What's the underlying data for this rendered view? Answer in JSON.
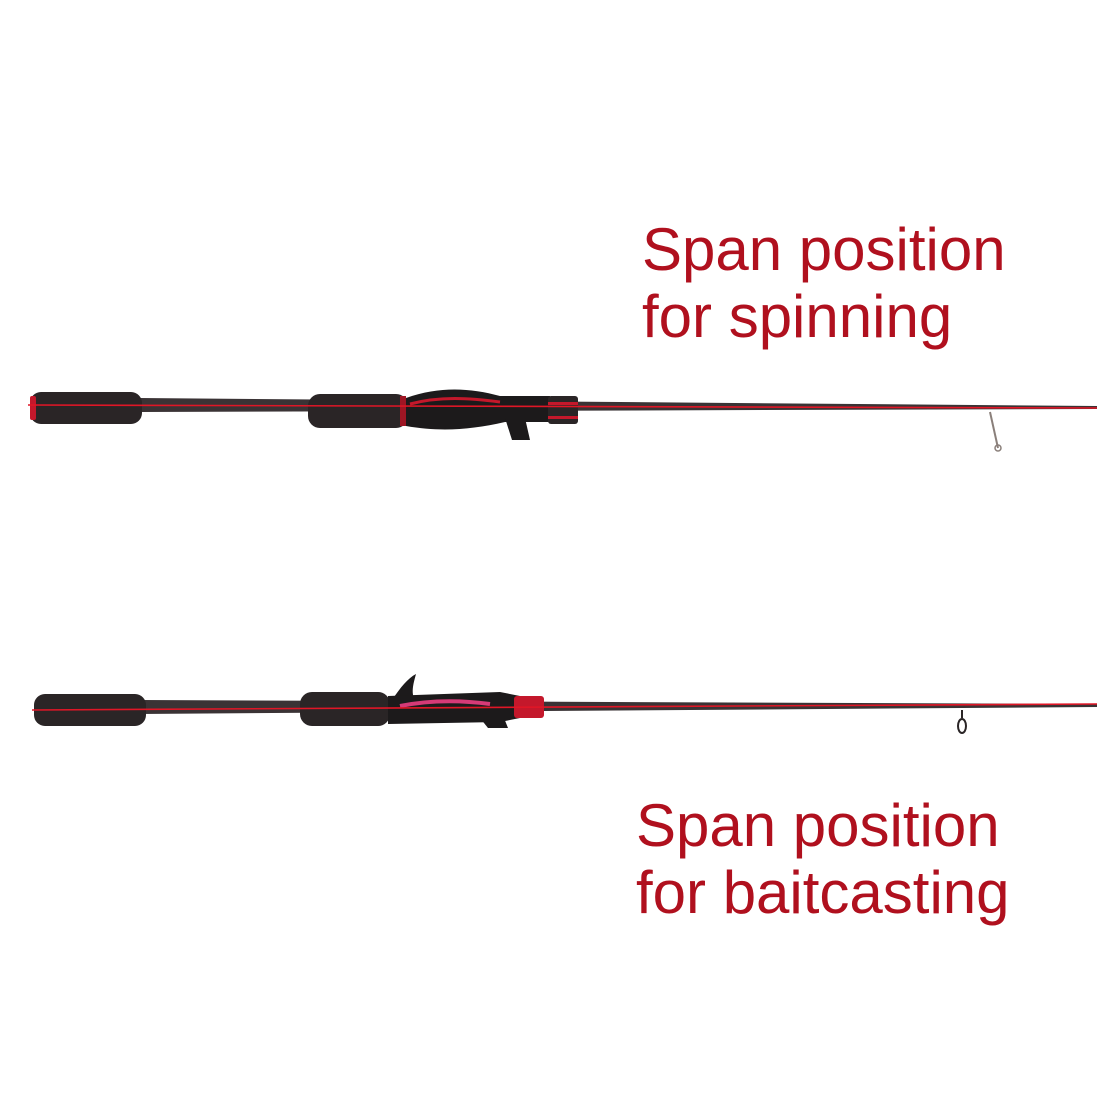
{
  "spinning": {
    "caption_line1": "Span position",
    "caption_line2": "for spinning"
  },
  "baitcasting": {
    "caption_line1": "Span position",
    "caption_line2": "for baitcasting"
  },
  "colors": {
    "caption": "#b0101e",
    "span_line": "#e01626",
    "grip_foam": "#2a2526",
    "blank": "#3a3335",
    "reel_seat": "#1c1a1b",
    "accent": "#c4182b"
  }
}
